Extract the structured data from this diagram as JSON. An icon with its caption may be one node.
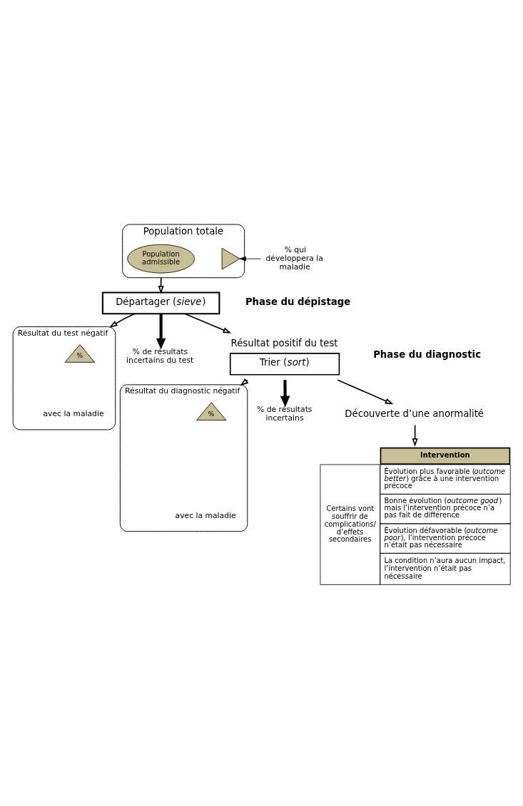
{
  "diagram": {
    "nodes": [
      {
        "text": [
          "Population totale"
        ]
      },
      {
        "text": [],
        "shape": "triangle",
        "in": 0
      },
      {
        "text": [
          "Population admissible"
        ],
        "in": 0
      },
      {
        "text": [
          "% qui développera la maladie"
        ]
      },
      {
        "text": [
          "Départager (*sieve*)"
        ]
      },
      {
        "text": [
          "Résultat du test négatif",
          "avec la maladie"
        ]
      },
      {
        "text": [
          "%"
        ],
        "in": 5
      },
      {
        "text": [
          "% de résultats incertains du test"
        ]
      },
      {
        "text": [
          "Résultat positif du test",
          "Trier (*sort*)"
        ]
      },
      {
        "text": [
          "Résultat du diagnostic négatif",
          "avec la maladie"
        ]
      },
      {
        "text": [
          "%"
        ],
        "in": 9
      },
      {
        "text": [
          "% de résultats incertains"
        ]
      },
      {
        "text": [
          "Découverte d’une anormalité"
        ]
      },
      {
        "text": [
          "Intervention",
          "Certains vont souffrir de complications/ d’effets secondaires",
          "Évolution plus favorable (*outcome better*) grâce à une intervention précoce",
          "Bonne évolution (*outcome good*) mais l’intervention précoce n’a pas fait de différence",
          "Évolution défavorable (*outcome poor*), l’intervention précoce n’était pas nécessaire",
          "La condition n’aura aucun impact, l’intervention n’était pas nécessaire"
        ]
      }
    ],
    "edges": [
      {
        "from": 3,
        "to": 1,
        "arrow": "to"
      },
      {
        "from": 0,
        "to": 4,
        "arrow": "to"
      },
      {
        "from": 4,
        "to": 5,
        "arrow": "to"
      },
      {
        "from": 4,
        "to": 8,
        "arrow": "to"
      },
      {
        "from": 4,
        "to": 7,
        "arrow": "to",
        "style": "thick"
      },
      {
        "from": 8,
        "to": 9,
        "arrow": "to"
      },
      {
        "from": 8,
        "to": 12,
        "arrow": "to"
      },
      {
        "from": 8,
        "to": 11,
        "arrow": "to",
        "style": "thick"
      },
      {
        "from": 12,
        "to": 13,
        "arrow": "to"
      }
    ],
    "labels": [
      "Phase du dépistage",
      "Phase du diagnostic"
    ]
  }
}
